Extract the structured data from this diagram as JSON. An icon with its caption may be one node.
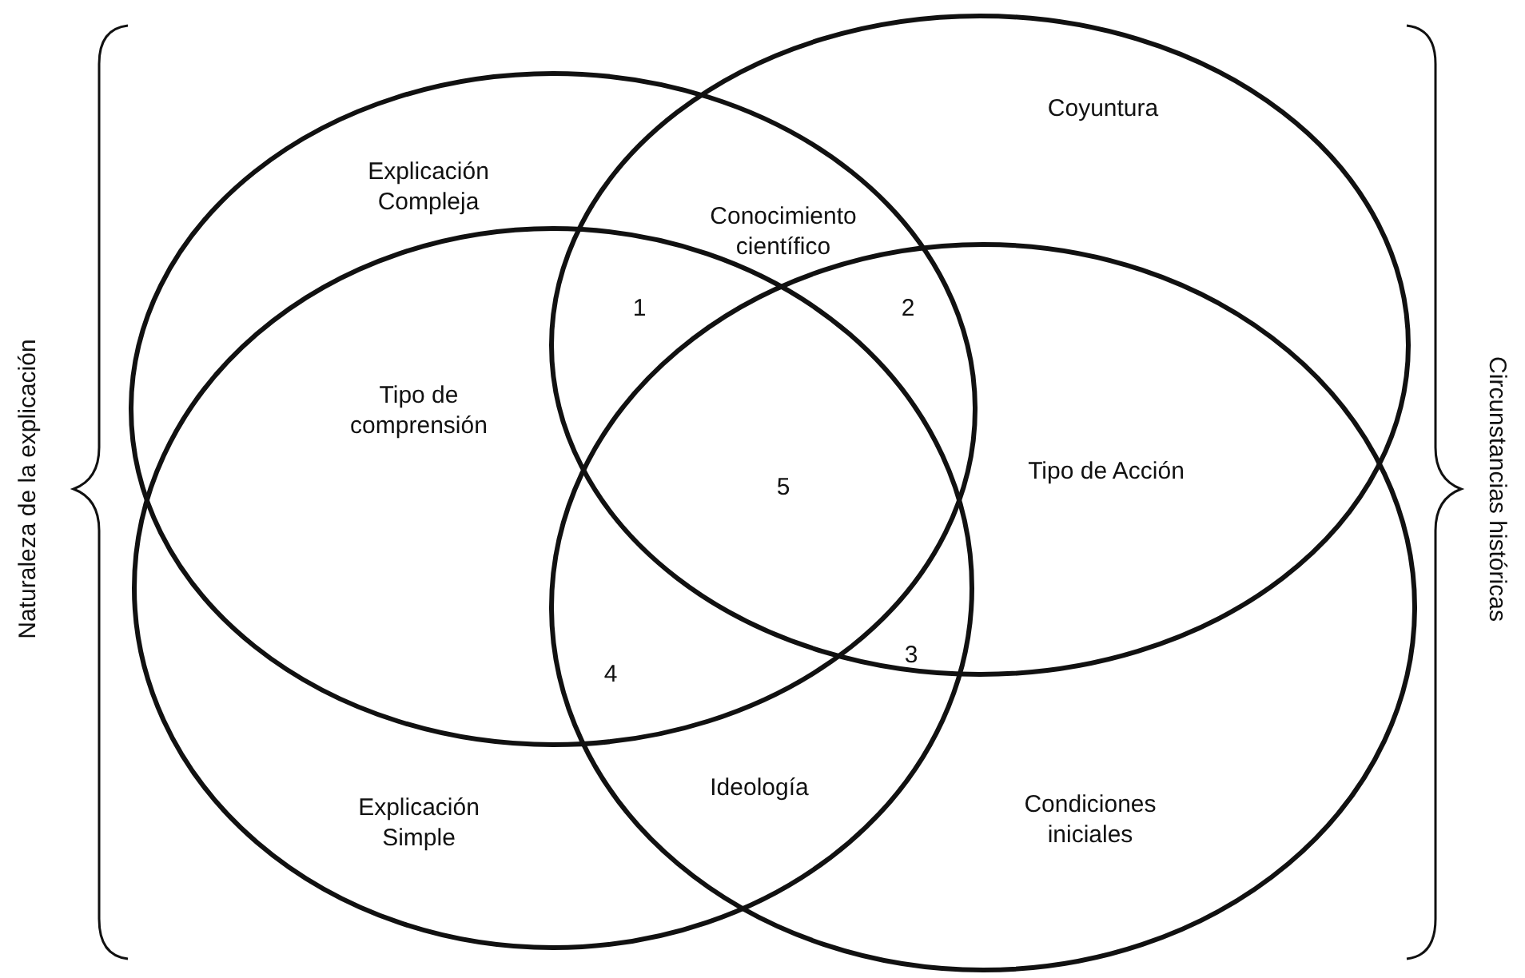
{
  "diagram": {
    "labels": [
      "Explicación Compleja",
      "Conocimiento científico",
      "Coyuntura",
      "1",
      "2",
      "Tipo de comprensión",
      "5",
      "Tipo de Acción",
      "4",
      "3",
      "Explicación Simple",
      "Ideología",
      "Condiciones iniciales",
      "Naturaleza de la explicación",
      "Circunstancias históricas"
    ]
  }
}
